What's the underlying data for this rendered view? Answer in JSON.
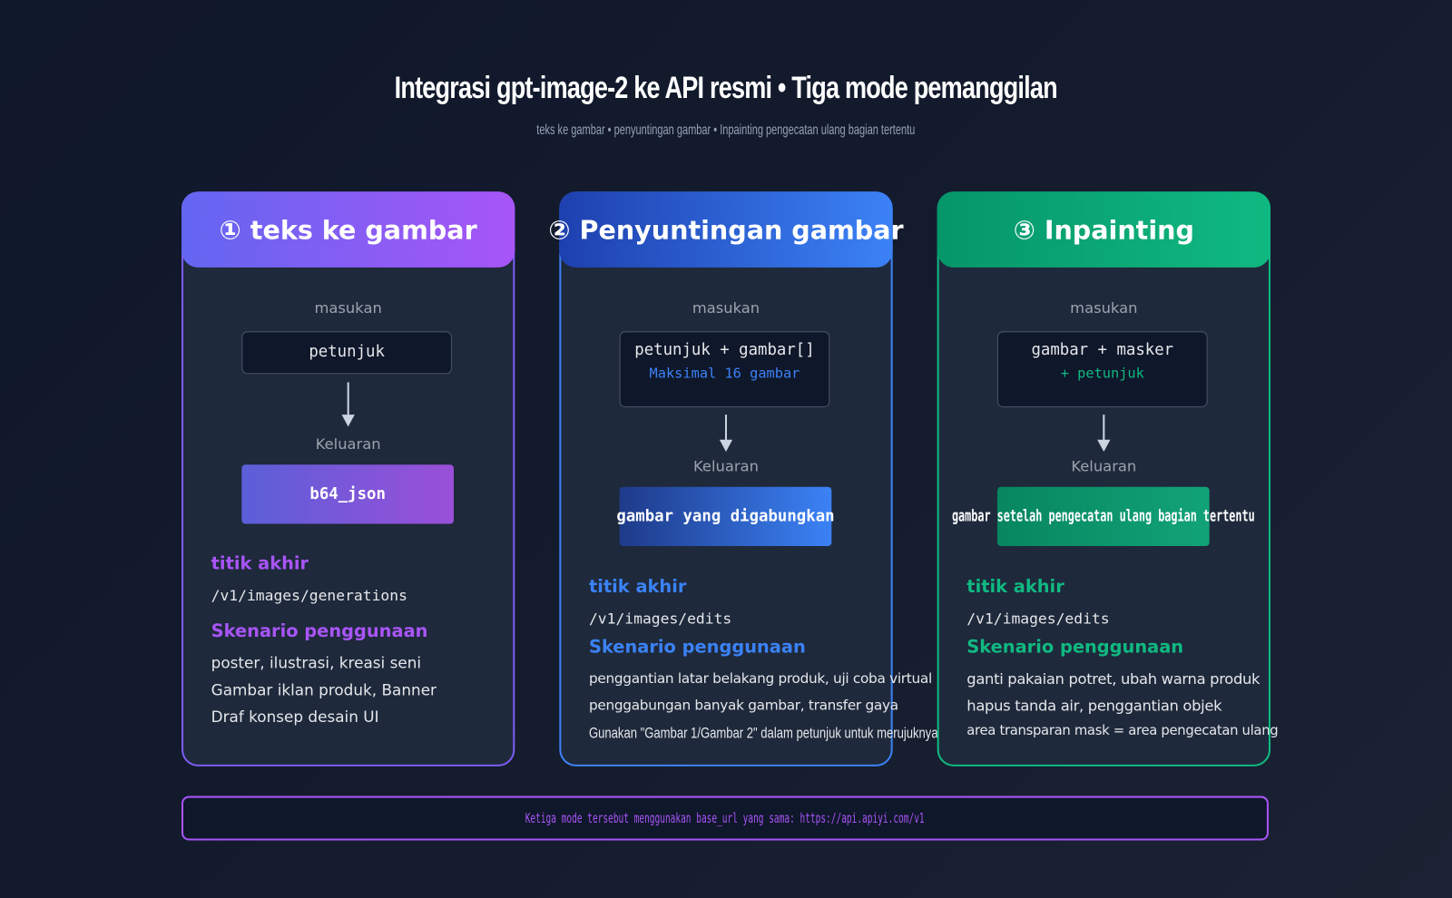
{
  "title": "Integrasi gpt-image-2 ke API resmi • Tiga mode pemanggilan",
  "subtitle": "teks ke gambar • penyuntingan gambar • Inpainting pengecatan ulang bagian tertentu",
  "colors": {
    "purple": "#a855f7",
    "blue": "#3b82f6",
    "green": "#10b981",
    "card_bg": "#1e293b"
  },
  "cards": [
    {
      "header": "① teks ke gambar",
      "input_label": "masukan",
      "input_line1": "petunjuk",
      "output_label": "Keluaran",
      "output": "b64_json",
      "endpoint_label": "titik akhir",
      "endpoint": "/v1/images/generations",
      "scenario_label": "Skenario penggunaan",
      "scenarios": [
        "poster, ilustrasi, kreasi seni",
        "Gambar iklan produk, Banner",
        "Draf konsep desain UI"
      ]
    },
    {
      "header": "② Penyuntingan gambar",
      "input_label": "masukan",
      "input_line1": "petunjuk + gambar[]",
      "input_line2": "Maksimal 16 gambar",
      "output_label": "Keluaran",
      "output": "gambar yang digabungkan",
      "endpoint_label": "titik akhir",
      "endpoint": "/v1/images/edits",
      "scenario_label": "Skenario penggunaan",
      "scenarios": [
        "penggantian latar belakang produk, uji coba virtual",
        "penggabungan banyak gambar, transfer gaya",
        "Gunakan \"Gambar 1/Gambar 2\" dalam petunjuk untuk merujuknya."
      ]
    },
    {
      "header": "③ Inpainting",
      "input_label": "masukan",
      "input_line1": "gambar + masker",
      "input_line2": "+ petunjuk",
      "output_label": "Keluaran",
      "output": "gambar setelah pengecatan ulang bagian tertentu",
      "endpoint_label": "titik akhir",
      "endpoint": "/v1/images/edits",
      "scenario_label": "Skenario penggunaan",
      "scenarios": [
        "ganti pakaian potret, ubah warna produk",
        "hapus tanda air, penggantian objek",
        "area transparan mask = area pengecatan ulang"
      ]
    }
  ],
  "footer": "Ketiga mode tersebut menggunakan base_url yang sama: https://api.apiyi.com/v1"
}
